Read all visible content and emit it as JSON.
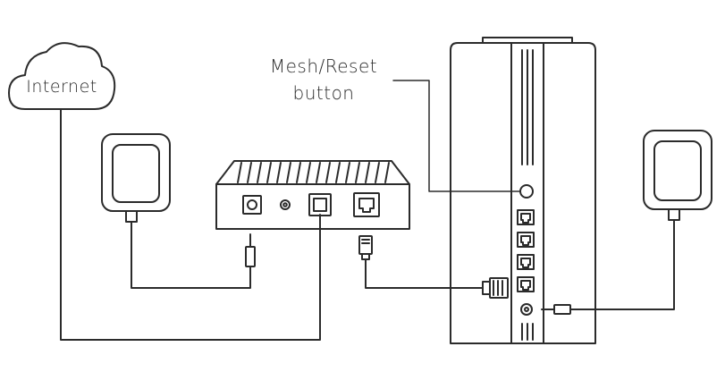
{
  "labels": {
    "internet": "Internet",
    "mesh_reset_line1": "Mesh/Reset",
    "mesh_reset_line2": "button"
  },
  "colors": {
    "stroke": "#2b2b2b",
    "background": "#ffffff"
  },
  "icons": {
    "cloud": "cloud-icon",
    "power_adapter_left": "power-adapter-icon",
    "power_adapter_right": "power-adapter-icon",
    "modem": "modem-icon",
    "router": "router-icon",
    "ethernet_plug": "ethernet-plug-icon",
    "dc_plug": "dc-plug-icon"
  }
}
